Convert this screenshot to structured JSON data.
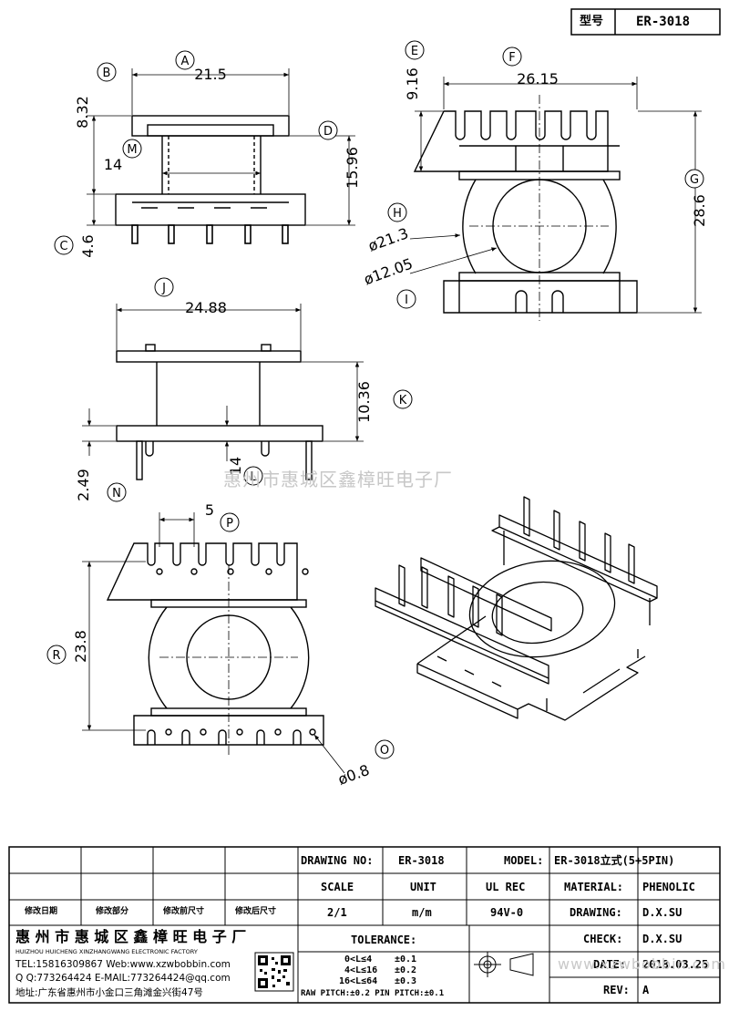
{
  "model_box": {
    "label": "型号",
    "value": "ER-3018"
  },
  "dims": {
    "A": "A",
    "B": "B",
    "C": "C",
    "D": "D",
    "E": "E",
    "F": "F",
    "G": "G",
    "H": "H",
    "I": "I",
    "J": "J",
    "K": "K",
    "L": "L",
    "M": "M",
    "N": "N",
    "O": "O",
    "P": "P",
    "R": "R",
    "a_val": "21.5",
    "b_val": "8.32",
    "c_val": "4.6",
    "d_val": "15.96",
    "m_val": "14",
    "e_val": "9.16",
    "f_val": "26.15",
    "g_val": "28.6",
    "h_val": "ø21.3",
    "i_val": "ø12.05",
    "j_val": "24.88",
    "k_val": "10.36",
    "l_val": "14",
    "n_val": "2.49",
    "p_val": "5",
    "r_val": "23.8",
    "o_val": "ø0.8"
  },
  "watermark": "惠州市惠城区鑫樟旺电子厂",
  "title_block": {
    "rev_headers": [
      "修改日期",
      "修改部分",
      "修改前尺寸",
      "修改后尺寸"
    ],
    "drawing_no_label": "DRAWING NO:",
    "drawing_no": "ER-3018",
    "model_label": "MODEL:",
    "model": "ER-3018立式(5+5PIN)",
    "scale_label": "SCALE",
    "unit_label": "UNIT",
    "ul_label": "UL REC",
    "scale": "2/1",
    "unit": "m/m",
    "ul": "94V-0",
    "material_label": "MATERIAL:",
    "material": "PHENOLIC",
    "drawing_label": "DRAWING:",
    "drawing_by": "D.X.SU",
    "check_label": "CHECK:",
    "check_by": "D.X.SU",
    "date_label": "DATE:",
    "date": "2018.03.25",
    "rev_label": "REV:",
    "rev": "A",
    "tolerance_label": "TOLERANCE:",
    "tol_ranges": [
      "0<L≤4",
      "4<L≤16",
      "16<L≤64"
    ],
    "tol_values": [
      "±0.1",
      "±0.2",
      "±0.3"
    ],
    "tol_pitch": "RAW PITCH:±0.2 PIN PITCH:±0.1",
    "company": "惠 州 市 惠 城 区 鑫 樟 旺 电 子 厂",
    "company_en": "HUIZHOU HUICHENG XINZHANGWANG ELECTRONIC FACTORY",
    "tel": "TEL:15816309867 Web:www.xzwbobbin.com",
    "qq": "Q Q:773264424 E-MAIL:773264424@qq.com",
    "address": "地址:广东省惠州市小金口三角滩金兴街47号",
    "web_watermark": "www.xzwbobbin.com"
  }
}
